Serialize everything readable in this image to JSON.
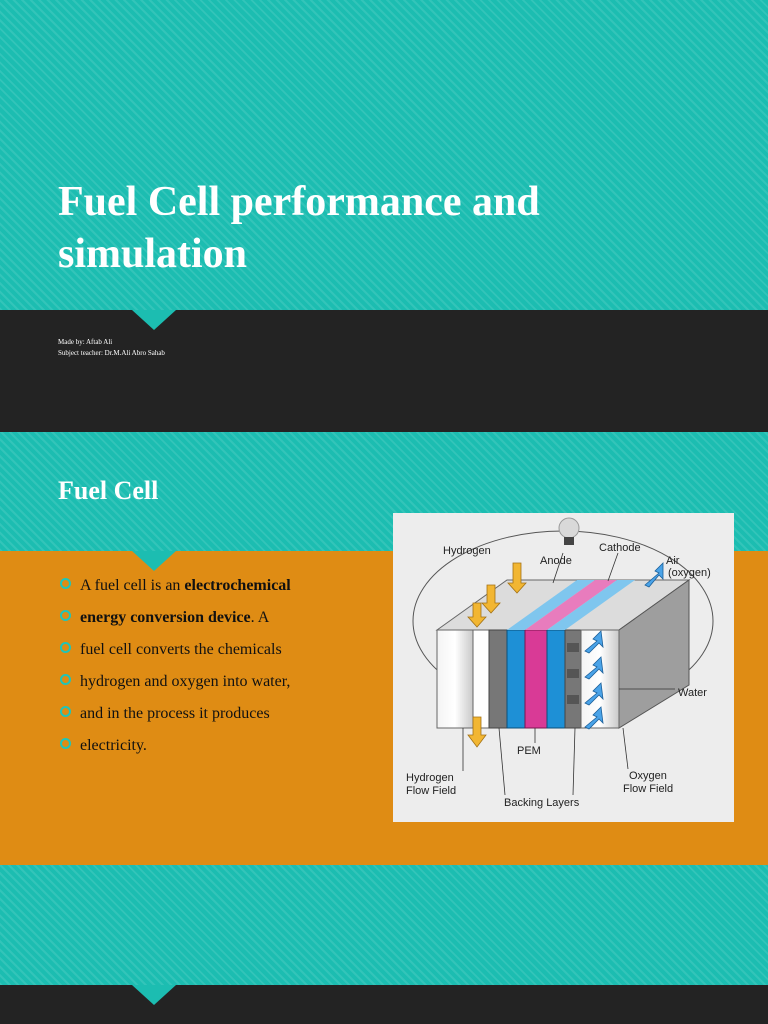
{
  "slide1": {
    "title": "Fuel Cell performance and simulation",
    "made_by": "Made by: Aftab Ali",
    "teacher": "Subject teacher: Dr.M.Ali Abro Sahab"
  },
  "slide2": {
    "title": "Fuel Cell",
    "bullets": [
      [
        {
          "t": " A fuel cell is an "
        },
        {
          "t": "electrochemical",
          "b": true
        }
      ],
      [
        {
          "t": "energy conversion device",
          "b": true
        },
        {
          "t": ". A"
        }
      ],
      [
        {
          "t": " fuel cell converts the chemicals"
        }
      ],
      [
        {
          "t": " hydrogen and oxygen into water,"
        }
      ],
      [
        {
          "t": " and in the process it produces"
        }
      ],
      [
        {
          "t": "electricity."
        }
      ]
    ],
    "diagram": {
      "hydrogen": "Hydrogen",
      "anode": "Anode",
      "cathode": "Cathode",
      "air1": "Air",
      "air2": "(oxygen)",
      "water": "Water",
      "pem": "PEM",
      "h2ff1": "Hydrogen",
      "h2ff2": "Flow Field",
      "backing": "Backing Layers",
      "o2ff1": "Oxygen",
      "o2ff2": "Flow Field"
    }
  },
  "colors": {
    "teal": "#1cbdb1",
    "dark": "#232323",
    "orange": "#df8c14",
    "bullet_ring": "#20c5b8"
  }
}
